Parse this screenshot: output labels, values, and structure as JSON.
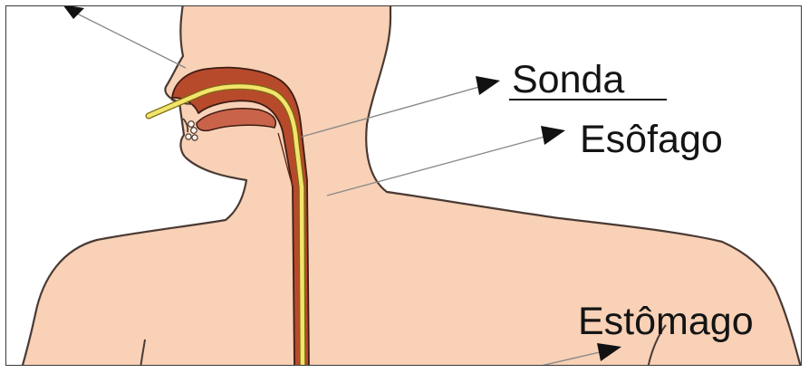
{
  "labels": {
    "sonda": "Sonda",
    "esofago": "Esôfago",
    "estomago": "Estômago"
  },
  "colors": {
    "skin": "#f8d1b6",
    "outline": "#4a3a34",
    "mucosa": "#b84a2c",
    "tube": "#f2e46c",
    "leader": "#8a8a8a",
    "arrowhead": "#111111",
    "text": "#141414"
  }
}
